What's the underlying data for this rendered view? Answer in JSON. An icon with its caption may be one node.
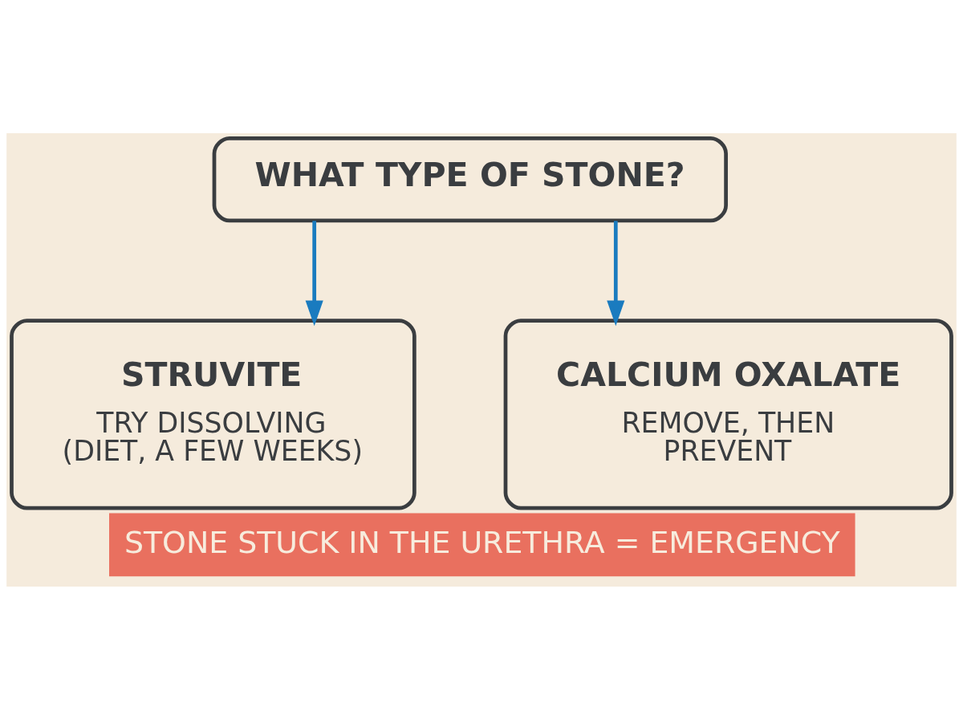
{
  "diagram": {
    "caption": "STONE STUCK IN THE URETHRA = EMERGENCY",
    "nodes": [
      {
        "text": [
          "WHAT TYPE OF STONE?"
        ]
      },
      {
        "text": [
          "STRUVITE",
          "TRY DISSOLVING (DIET, A FEW WEEKS)"
        ]
      },
      {
        "text": [
          "CALCIUM OXALATE",
          "REMOVE, THEN PREVENT"
        ]
      }
    ],
    "edges": [
      {
        "from": 0,
        "to": 1,
        "arrow": "to"
      },
      {
        "from": 0,
        "to": 2,
        "arrow": "to"
      }
    ]
  }
}
